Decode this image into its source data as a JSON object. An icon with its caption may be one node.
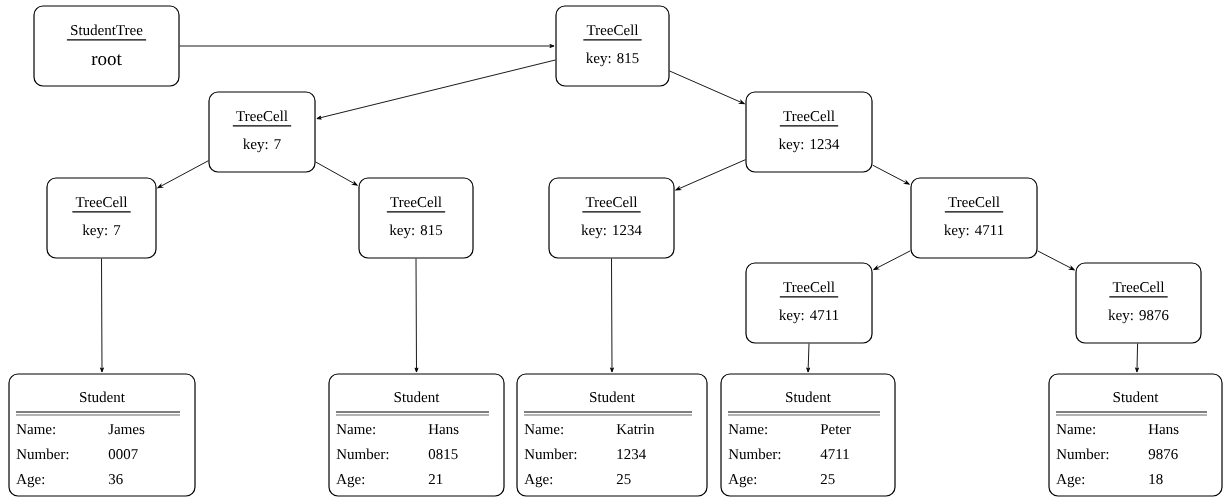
{
  "diagram": {
    "nodes": [
      {
        "text": [
          "StudentTree",
          "root"
        ]
      },
      {
        "text": [
          "TreeCell",
          "key: 815"
        ]
      },
      {
        "text": [
          "TreeCell",
          "key: 7"
        ]
      },
      {
        "text": [
          "TreeCell",
          "key: 1234"
        ]
      },
      {
        "text": [
          "TreeCell",
          "key: 7"
        ]
      },
      {
        "text": [
          "TreeCell",
          "key: 815"
        ]
      },
      {
        "text": [
          "TreeCell",
          "key: 1234"
        ]
      },
      {
        "text": [
          "TreeCell",
          "key: 4711"
        ]
      },
      {
        "text": [
          "TreeCell",
          "key: 4711"
        ]
      },
      {
        "text": [
          "TreeCell",
          "key: 9876"
        ]
      },
      {
        "text": [
          "Student",
          "Name:",
          "James",
          "Number:",
          "0007",
          "Age:",
          "36"
        ]
      },
      {
        "text": [
          "Student",
          "Name:",
          "Hans",
          "Number:",
          "0815",
          "Age:",
          "21"
        ]
      },
      {
        "text": [
          "Student",
          "Name:",
          "Katrin",
          "Number:",
          "1234",
          "Age:",
          "25"
        ]
      },
      {
        "text": [
          "Student",
          "Name:",
          "Peter",
          "Number:",
          "4711",
          "Age:",
          "25"
        ]
      },
      {
        "text": [
          "Student",
          "Name:",
          "Hans",
          "Number:",
          "9876",
          "Age:",
          "18"
        ]
      }
    ],
    "edges": [
      {
        "from": 0,
        "to": 1,
        "arrow": "to"
      },
      {
        "from": 1,
        "to": 2,
        "arrow": "to"
      },
      {
        "from": 1,
        "to": 3,
        "arrow": "to"
      },
      {
        "from": 2,
        "to": 4,
        "arrow": "to"
      },
      {
        "from": 2,
        "to": 5,
        "arrow": "to"
      },
      {
        "from": 3,
        "to": 6,
        "arrow": "to"
      },
      {
        "from": 3,
        "to": 7,
        "arrow": "to"
      },
      {
        "from": 7,
        "to": 8,
        "arrow": "to"
      },
      {
        "from": 7,
        "to": 9,
        "arrow": "to"
      },
      {
        "from": 4,
        "to": 10,
        "arrow": "to"
      },
      {
        "from": 5,
        "to": 11,
        "arrow": "to"
      },
      {
        "from": 6,
        "to": 12,
        "arrow": "to"
      },
      {
        "from": 8,
        "to": 13,
        "arrow": "to"
      },
      {
        "from": 9,
        "to": 14,
        "arrow": "to"
      }
    ]
  }
}
